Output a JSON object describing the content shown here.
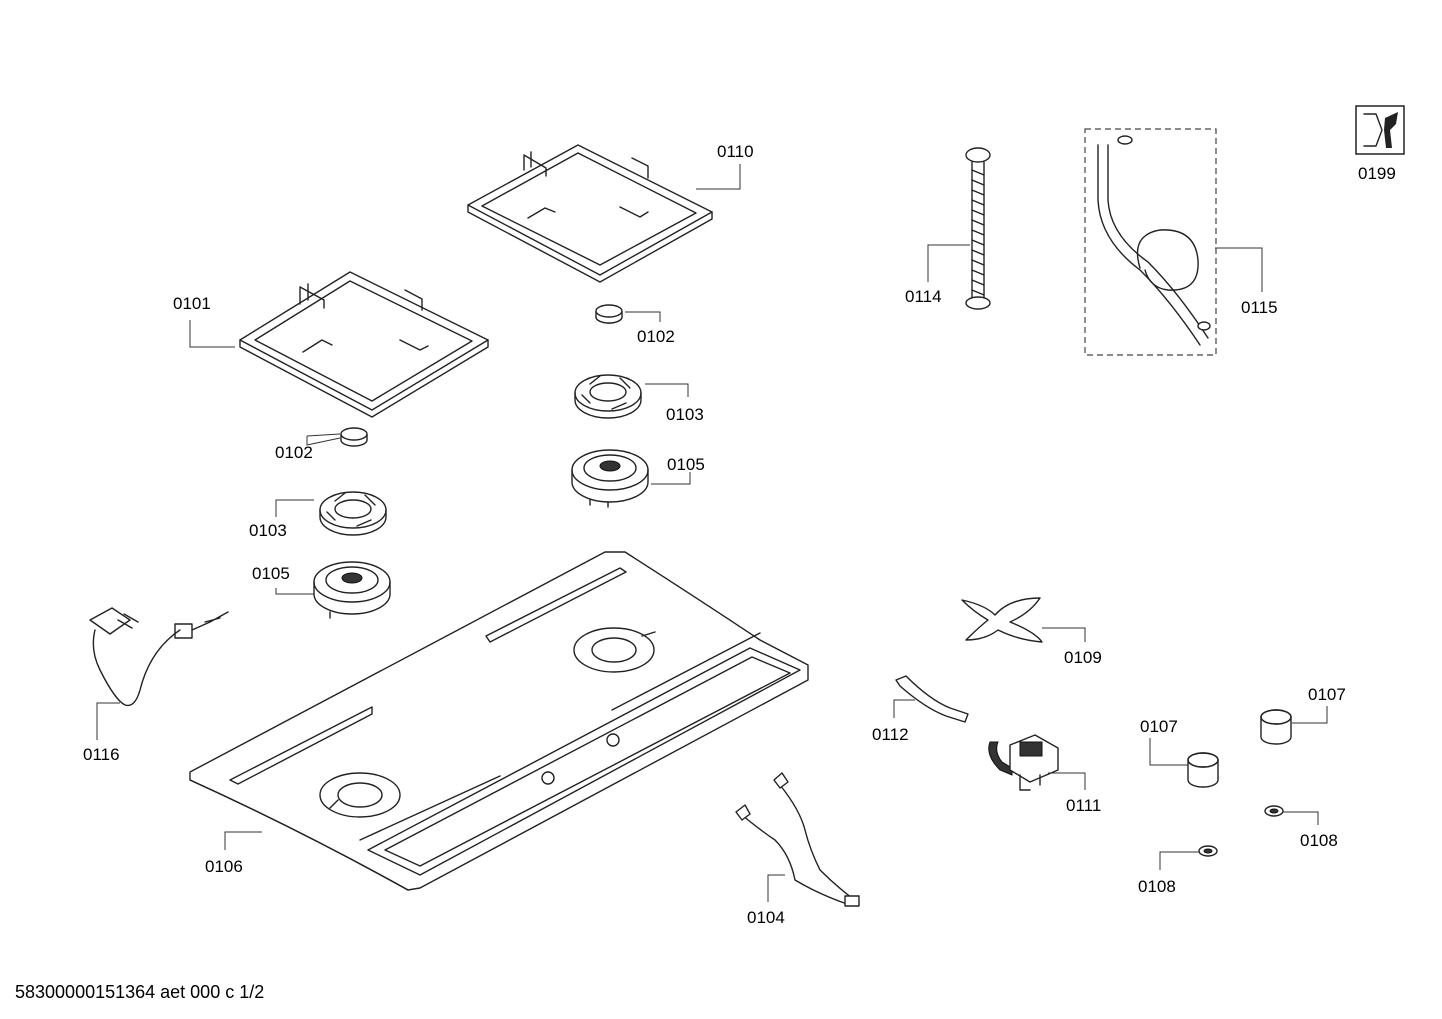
{
  "diagram": {
    "labels": {
      "l0101": "0101",
      "l0102a": "0102",
      "l0102b": "0102",
      "l0103a": "0103",
      "l0103b": "0103",
      "l0104": "0104",
      "l0105a": "0105",
      "l0105b": "0105",
      "l0106": "0106",
      "l0107a": "0107",
      "l0107b": "0107",
      "l0108a": "0108",
      "l0108b": "0108",
      "l0109": "0109",
      "l0110": "0110",
      "l0111": "0111",
      "l0112": "0112",
      "l0114": "0114",
      "l0115": "0115",
      "l0116": "0116",
      "l0199": "0199"
    },
    "footer": "58300000151364 aet 000 c 1/2"
  }
}
